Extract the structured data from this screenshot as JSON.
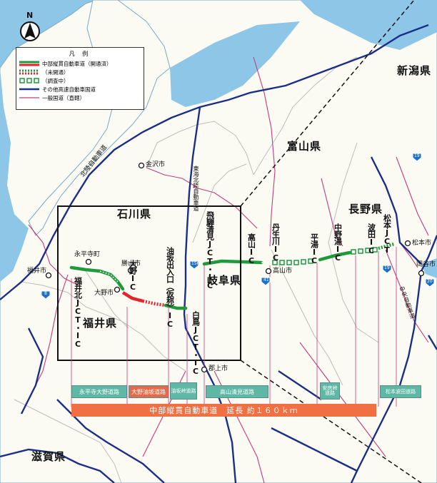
{
  "legend": {
    "title": "凡 例",
    "items": [
      {
        "id": "open",
        "label": "中部縦貫自動車道（開通済）"
      },
      {
        "id": "unopen",
        "label": "（未開通）"
      },
      {
        "id": "survey",
        "label": "（調査中）"
      },
      {
        "id": "other_expressway",
        "label": "その他高速自動車国道"
      },
      {
        "id": "national_road",
        "label": "一般国道（直轄）"
      }
    ]
  },
  "north": "N",
  "prefectures": {
    "niigata": "新潟県",
    "toyama": "富山県",
    "ishikawa": "石川県",
    "nagano": "長野県",
    "fukui": "福井県",
    "gifu": "岐阜県",
    "shiga": "滋賀県"
  },
  "cities": {
    "kanazawa": "金沢市",
    "eiheiji": "永平寺町",
    "fukui": "福井市",
    "katsuyama": "勝山市",
    "ono": "大野市",
    "takayama": "高山市",
    "matsumoto": "松本市",
    "okaya": "岡谷市",
    "gujo": "郡上市"
  },
  "expressways": {
    "hokuriku": "北陸自動車道",
    "tokai_hokuriku": "東海北陸自動車道",
    "chuo": "中央自動車道"
  },
  "interchanges": {
    "fukui_kita": "福井北JCT・IC",
    "ono": "大野IC",
    "aburasaka": "油坂出入口（仮称）IC",
    "shirotori": "白鳥JCT・IC",
    "hida_kiyomi": "飛騨清見JCT・IC",
    "takayama": "高山IC",
    "nyukawa": "丹生川IC",
    "hirayu": "平湯IC",
    "nakanoyu": "中野湯IC",
    "hata": "波田IC",
    "matsumoto": "松本JCT"
  },
  "route_shields": {
    "r156": "156",
    "r41": "41",
    "r19a": "19",
    "r19b": "19",
    "r20": "20",
    "r8": "8"
  },
  "segments": [
    {
      "label": "永平寺大野道路",
      "color": "#5fb8a5"
    },
    {
      "label": "大野油坂道路",
      "color": "#e46a4a"
    },
    {
      "label": "油坂峠道路",
      "color": "#5fb8a5"
    },
    {
      "label": "高山清見道路",
      "color": "#5fb8a5"
    },
    {
      "label": "安房峠道路",
      "color": "#5fb8a5"
    },
    {
      "label": "松本波田道路",
      "color": "#5fb8a5"
    }
  ],
  "summary_bar": "中部縦貫自動車道　延長 約１６０ｋｍ",
  "colors": {
    "sea": "#8ec6e8",
    "land": "#fbfbf3",
    "open": "#1e9a3c",
    "unopen": "#e1252a",
    "survey": "#1e9a3c",
    "expressway": "#1c2f86",
    "national": "#c23b7c"
  }
}
